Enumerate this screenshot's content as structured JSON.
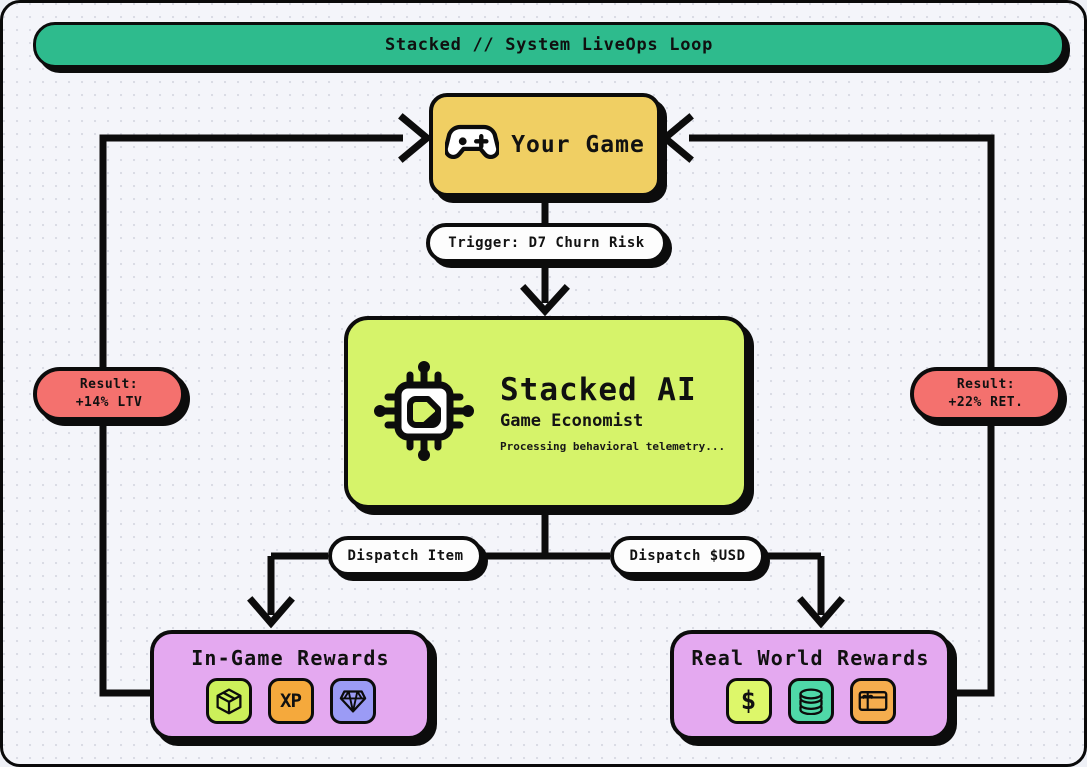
{
  "title_bar": {
    "text": "Stacked // System LiveOps Loop",
    "color": "#2ebb8d"
  },
  "nodes": {
    "game": {
      "label": "Your Game",
      "icon": "gamepad-icon",
      "color": "#f0cf63"
    },
    "ai": {
      "title": "Stacked AI",
      "subtitle": "Game Economist",
      "status": "Processing behavioral telemetry...",
      "icon": "cpu-chip-icon",
      "color": "#d6f36a"
    },
    "rewards_ingame": {
      "header": "In-Game Rewards",
      "color": "#e4a9f0",
      "tiles": [
        {
          "icon": "loot-box-icon",
          "label": "",
          "color": "#ccf05a"
        },
        {
          "icon": "xp-icon",
          "label": "XP",
          "color": "#f5a93c"
        },
        {
          "icon": "gem-icon",
          "label": "",
          "color": "#9b9bf5"
        }
      ]
    },
    "rewards_real": {
      "header": "Real World Rewards",
      "color": "#e4a9f0",
      "tiles": [
        {
          "icon": "dollar-icon",
          "label": "$",
          "color": "#ddf76a"
        },
        {
          "icon": "coins-icon",
          "label": "",
          "color": "#4fd8a8"
        },
        {
          "icon": "gift-card-icon",
          "label": "",
          "color": "#f5ad4e"
        }
      ]
    }
  },
  "edge_labels": {
    "trigger": "Trigger: D7 Churn Risk",
    "dispatch_item": "Dispatch Item",
    "dispatch_usd": "Dispatch $USD"
  },
  "results": {
    "left": {
      "line1": "Result:",
      "line2": "+14% LTV",
      "color": "#f4716e"
    },
    "right": {
      "line1": "Result:",
      "line2": "+22% RET.",
      "color": "#f4716e"
    }
  }
}
